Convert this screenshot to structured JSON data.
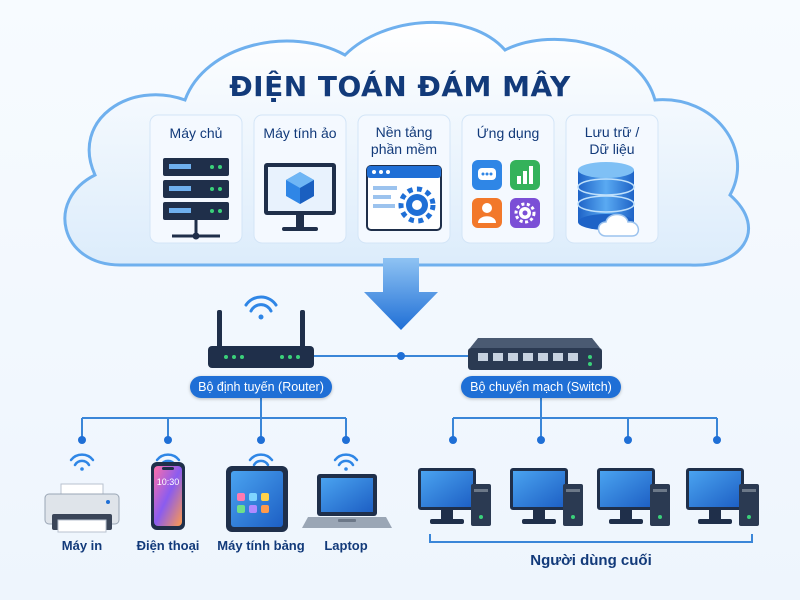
{
  "title": "ĐIỆN TOÁN ĐÁM MÂY",
  "cloud_services": [
    {
      "label": "Máy chủ",
      "icon": "server-rack-icon"
    },
    {
      "label": "Máy tính ảo",
      "icon": "virtual-machine-icon"
    },
    {
      "label": "Nền tảng\nphần mềm",
      "icon": "software-platform-icon"
    },
    {
      "label": "Ứng dụng",
      "icon": "app-grid-icon"
    },
    {
      "label": "Lưu trữ /\nDữ liệu",
      "icon": "database-cloud-icon"
    }
  ],
  "network": {
    "router_label": "Bộ định tuyến (Router)",
    "switch_label": "Bộ chuyển mạch (Switch)"
  },
  "devices": [
    {
      "label": "Máy in",
      "icon": "printer-icon"
    },
    {
      "label": "Điện thoại",
      "icon": "smartphone-icon",
      "screen_time": "10:30"
    },
    {
      "label": "Máy tính bảng",
      "icon": "tablet-icon"
    },
    {
      "label": "Laptop",
      "icon": "laptop-icon"
    }
  ],
  "end_users_label": "Người dùng cuối",
  "colors": {
    "navy": "#123a7a",
    "accent_blue": "#1f6fd6",
    "cloud_edge": "#6fb0ee",
    "line": "#3a86d8"
  }
}
